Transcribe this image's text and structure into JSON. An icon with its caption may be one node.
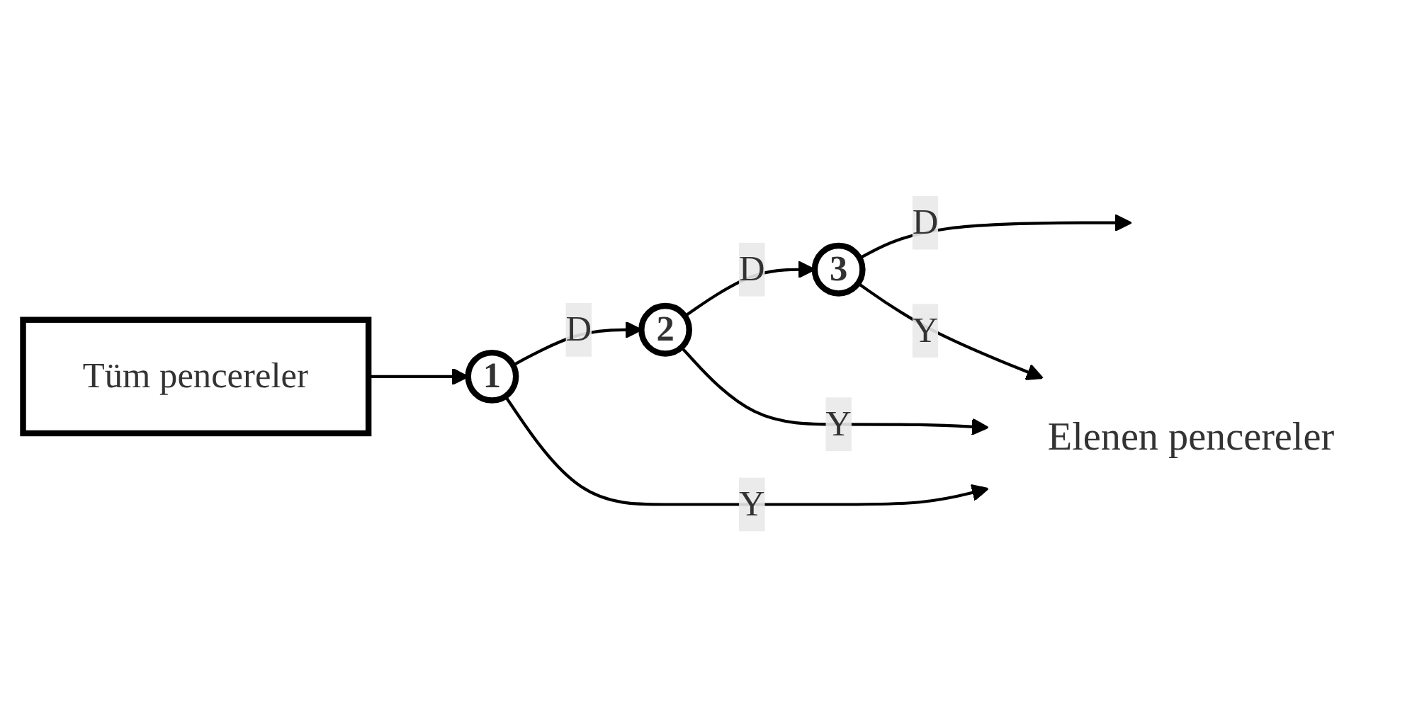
{
  "diagram": {
    "nodes": [
      {
        "text": [
          "Tüm pencereler"
        ]
      },
      {
        "text": [
          "1"
        ]
      },
      {
        "text": [
          "2"
        ]
      },
      {
        "text": [
          "3"
        ]
      },
      {
        "text": [
          "Elenen pencereler"
        ]
      }
    ],
    "edges": [
      {
        "from": 0,
        "to": 1,
        "arrow": "to"
      },
      {
        "from": 1,
        "to": 2,
        "label": "D",
        "arrow": "to"
      },
      {
        "from": 2,
        "to": 3,
        "label": "D",
        "arrow": "to"
      },
      {
        "from": 3,
        "to": null,
        "label": "D",
        "arrow": "to"
      },
      {
        "from": 1,
        "to": 4,
        "label": "Y",
        "arrow": "to"
      },
      {
        "from": 2,
        "to": 4,
        "label": "Y",
        "arrow": "to"
      },
      {
        "from": 3,
        "to": 4,
        "label": "Y",
        "arrow": "to"
      }
    ]
  }
}
